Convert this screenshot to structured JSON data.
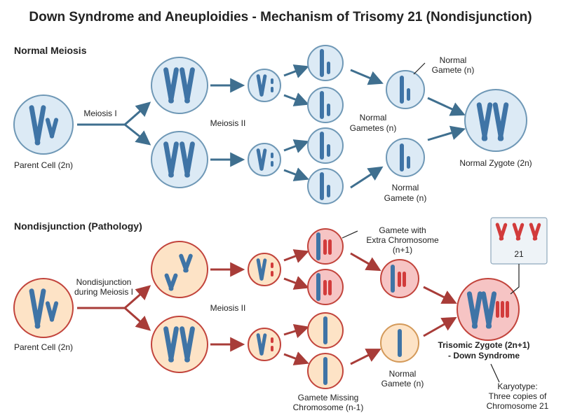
{
  "title": "Down Syndrome and Aneuploidies - Mechanism of Trisomy 21 (Nondisjunction)",
  "colors": {
    "normal_heading": "#2f5f7f",
    "pathology_heading": "#b23a3a",
    "normal_cell_fill": "#dceaf5",
    "normal_cell_stroke": "#6f98b6",
    "normal_arrow": "#3f6f8f",
    "path_cell_fill": "#fde3c6",
    "path_cell_stroke": "#c2443c",
    "path_arrow": "#a83c38",
    "extra_cell_fill": "#f6c4c4",
    "chromosome_blue": "#3f74a6",
    "chromosome_red": "#d23b3b",
    "chromosome_orange_cell": "#fde3c6"
  },
  "normal": {
    "heading": "Normal Meiosis",
    "parent_label": "Parent Cell (2n)",
    "meiosis1_label": "Meiosis I",
    "meiosis2_label": "Meiosis II",
    "gametes_label_line1": "Normal",
    "gametes_label_line2": "Gametes (n)",
    "gamete_callout_line1": "Normal",
    "gamete_callout_line2": "Gamete (n)",
    "gamete_lower_line1": "Normal",
    "gamete_lower_line2": "Gamete (n)",
    "zygote_label": "Normal Zygote (2n)"
  },
  "pathology": {
    "heading": "Nondisjunction (Pathology)",
    "parent_label": "Parent Cell (2n)",
    "nondisjunction_line1": "Nondisjunction",
    "nondisjunction_line2": "during Meiosis I",
    "meiosis2_label": "Meiosis II",
    "extra_line1": "Gamete with",
    "extra_line2": "Extra Chromosome",
    "extra_line3": "(n+1)",
    "missing_line1": "Gamete Missing",
    "missing_line2": "Chromosome (n-1)",
    "normal_gamete_line1": "Normal",
    "normal_gamete_line2": "Gamete (n)",
    "trisomic_line1": "Trisomic Zygote (2n+1)",
    "trisomic_line2": "- Down Syndrome",
    "karyotype_number": "21",
    "karyotype_line1": "Karyotype:",
    "karyotype_line2": "Three copies of",
    "karyotype_line3": "Chromosome 21"
  }
}
